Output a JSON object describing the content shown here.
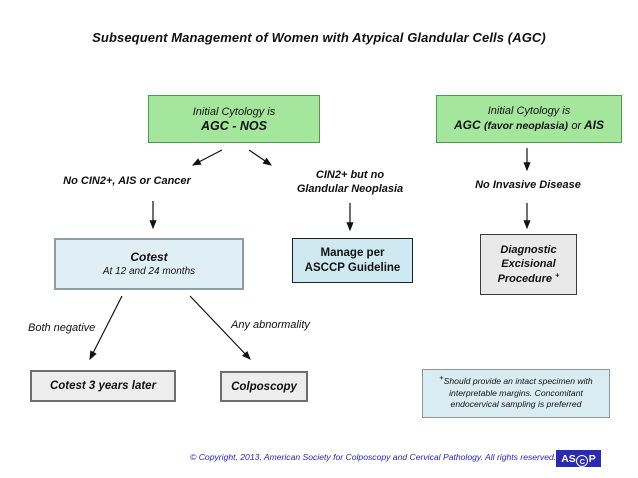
{
  "title": "Subsequent Management of Women with Atypical Glandular Cells (AGC)",
  "colors": {
    "green_fill": "#a5e69d",
    "green_border": "#4e9a50",
    "cotest_fill": "#e0eff5",
    "manage_fill": "#cfe9f2",
    "diagnostic_fill": "#e9e9e9",
    "bottom_fill": "#ededed",
    "footnote_fill": "#d9ecf2",
    "copyright_blue": "#2525c8",
    "logo_blue": "#2a2ab2"
  },
  "nodes": {
    "initial_nos": {
      "line1": "Initial Cytology is",
      "line2": "AGC - NOS"
    },
    "initial_neoplasia": {
      "line1": "Initial Cytology is",
      "agc": "AGC",
      "favor": "(favor neoplasia)",
      "or_word": "or",
      "ais": "AIS"
    },
    "no_cin2_label": "No CIN2+, AIS or Cancer",
    "cin2_label_line1": "CIN2+ but no",
    "cin2_label_line2": "Glandular Neoplasia",
    "no_invasive_label": "No Invasive Disease",
    "cotest": {
      "line1": "Cotest",
      "line2": "At 12 and 24 months"
    },
    "manage": {
      "line1": "Manage per",
      "line2": "ASCCP Guideline"
    },
    "diagnostic": {
      "line1": "Diagnostic",
      "line2": "Excisional",
      "line3": "Procedure",
      "marker": "+"
    },
    "both_negative_label": "Both negative",
    "any_abnormality_label": "Any abnormality",
    "cotest_3yr": "Cotest 3 years later",
    "colposcopy": "Colposcopy"
  },
  "footnote": {
    "marker": "+",
    "text": "Should provide an intact specimen with interpretable margins.  Concomitant endocervical sampling is preferred"
  },
  "footer": {
    "copyright": "© Copyright, 2013, American Society for Colposcopy and Cervical Pathology.  All rights reserved.",
    "logo": [
      "A",
      "S",
      "C",
      "P"
    ]
  }
}
